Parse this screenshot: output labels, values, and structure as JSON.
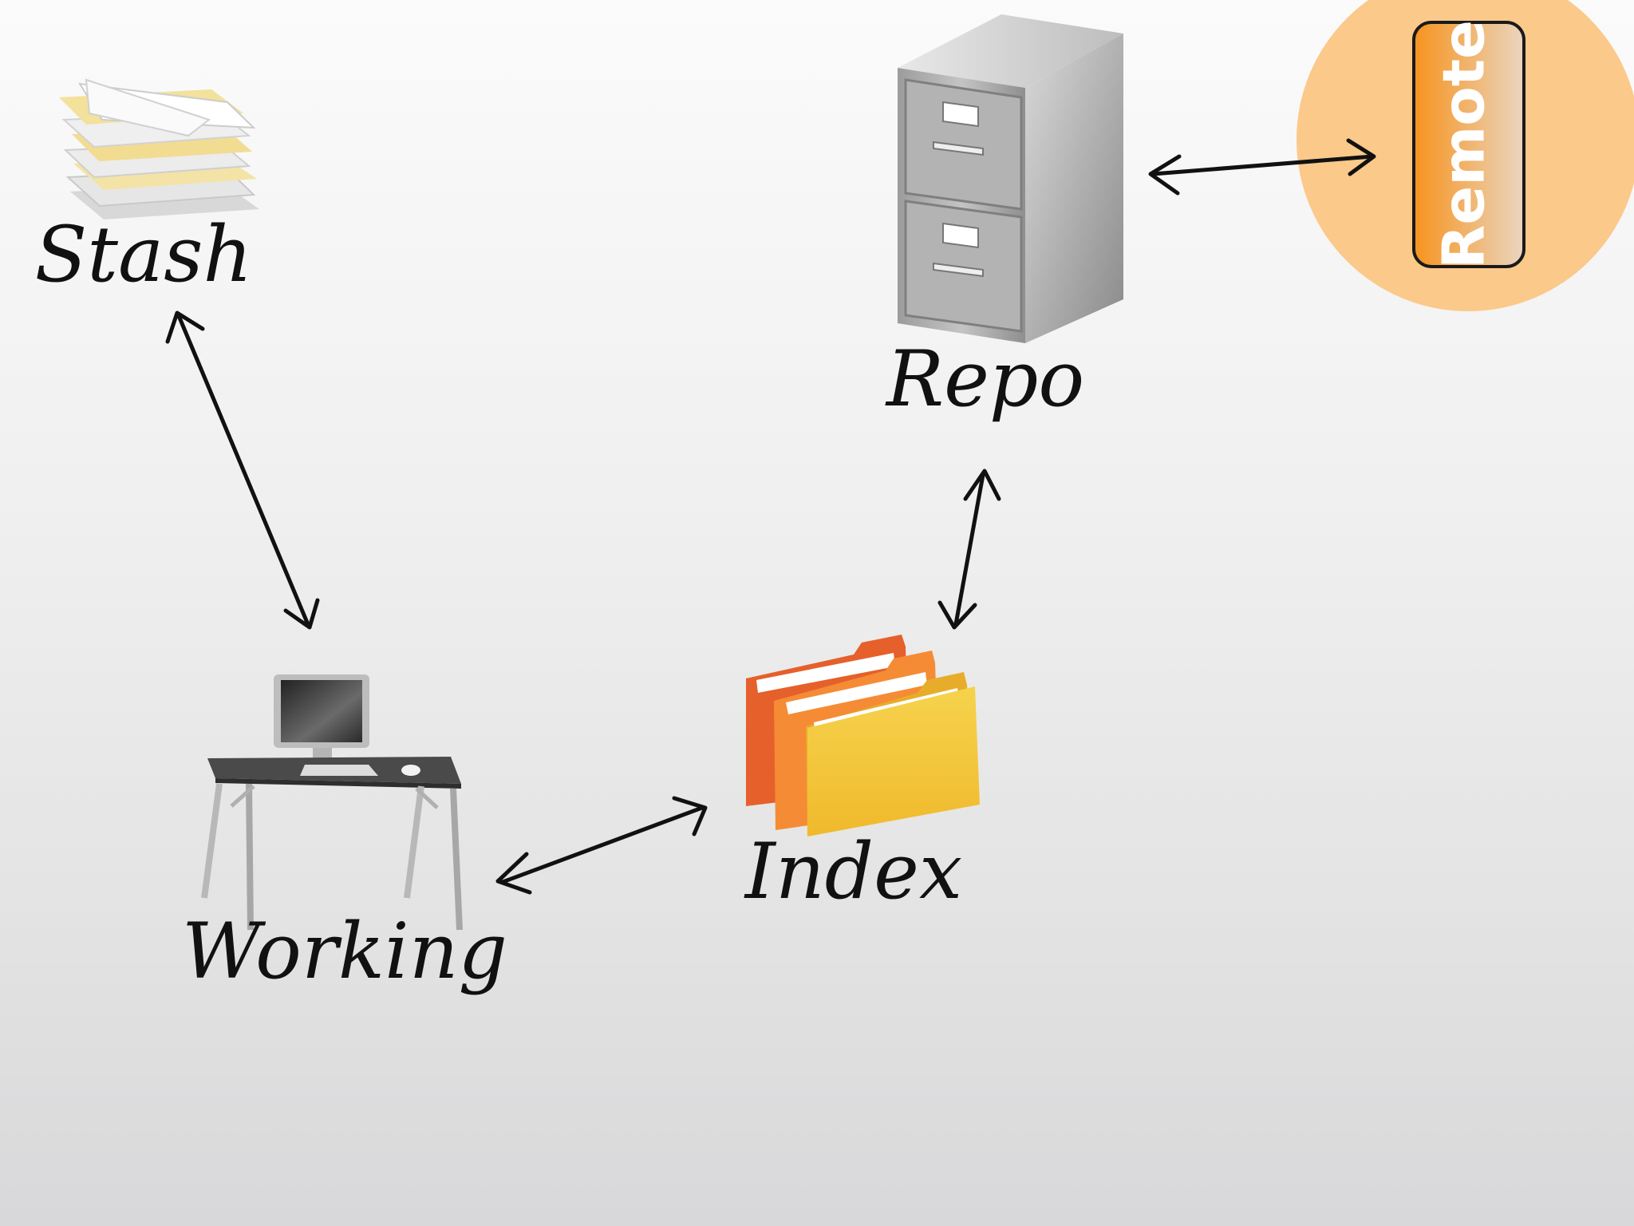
{
  "nodes": {
    "stash": {
      "label": "Stash",
      "icon": "paper-stack-icon"
    },
    "working": {
      "label": "Working",
      "icon": "desk-computer-icon"
    },
    "index": {
      "label": "Index",
      "icon": "folders-icon"
    },
    "repo": {
      "label": "Repo",
      "icon": "filing-cabinet-icon"
    },
    "remote": {
      "label": "Remote",
      "icon": "remote-circle-icon"
    }
  },
  "edges": [
    {
      "from": "stash",
      "to": "working",
      "direction": "both"
    },
    {
      "from": "working",
      "to": "index",
      "direction": "both"
    },
    {
      "from": "index",
      "to": "repo",
      "direction": "both"
    },
    {
      "from": "repo",
      "to": "remote",
      "direction": "both"
    }
  ],
  "colors": {
    "remote_circle": "#fbc98a",
    "remote_badge_start": "#f7931e",
    "remote_badge_end": "#e8d0b4",
    "folder_yellow": "#f2c53d",
    "folder_orange": "#f5923a",
    "folder_red": "#e8632d",
    "cabinet_gray": "#a9a9a9",
    "ink": "#111111"
  }
}
